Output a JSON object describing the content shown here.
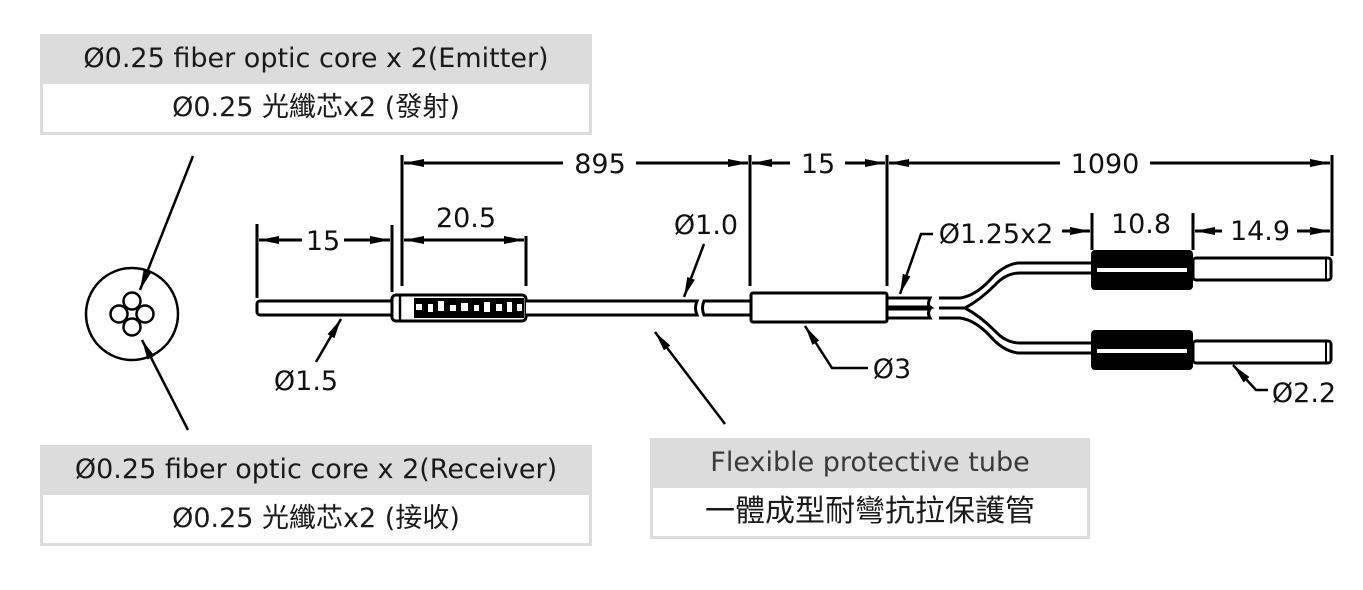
{
  "callouts": {
    "emitter": {
      "en": "Ø0.25 fiber optic core x 2(Emitter)",
      "zh": "Ø0.25 光纖芯x2 (發射)"
    },
    "receiver": {
      "en": "Ø0.25 fiber optic core x 2(Receiver)",
      "zh": "Ø0.25 光纖芯x2 (接收)"
    },
    "tube": {
      "en": "Flexible protective tube",
      "zh": "一體成型耐彎抗拉保護管"
    }
  },
  "dimensions": {
    "tip_length": "15",
    "sleeve_length": "20.5",
    "main_cable_length": "895",
    "splitter_length": "15",
    "branch_length": "1090",
    "connector_length": "10.8",
    "connector_end_length": "14.9"
  },
  "diameters": {
    "tip": "Ø1.5",
    "cable": "Ø1.0",
    "splitter": "Ø3",
    "branches": "Ø1.25x2",
    "connector_end": "Ø2.2"
  },
  "colors": {
    "label_bg": "#dcdcdc",
    "line": "#000000"
  }
}
